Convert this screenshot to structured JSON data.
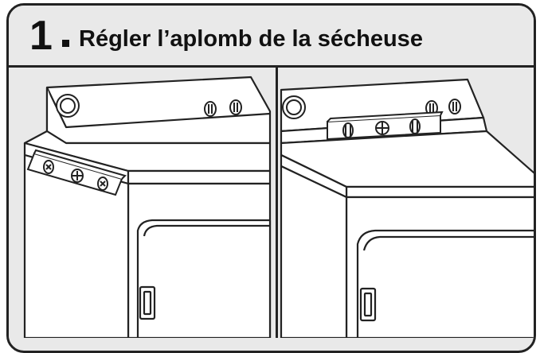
{
  "header": {
    "step_number": "1",
    "title": "Régler l’aplomb de la sécheuse"
  },
  "panels": [
    {
      "name": "level-front-edge"
    },
    {
      "name": "level-top-side"
    }
  ],
  "colors": {
    "line": "#222222",
    "background": "#e9e9e9",
    "appliance": "#ffffff"
  },
  "icons": [
    "spirit-level-icon",
    "dryer-illustration",
    "door-handle-icon",
    "control-knob-icon"
  ]
}
